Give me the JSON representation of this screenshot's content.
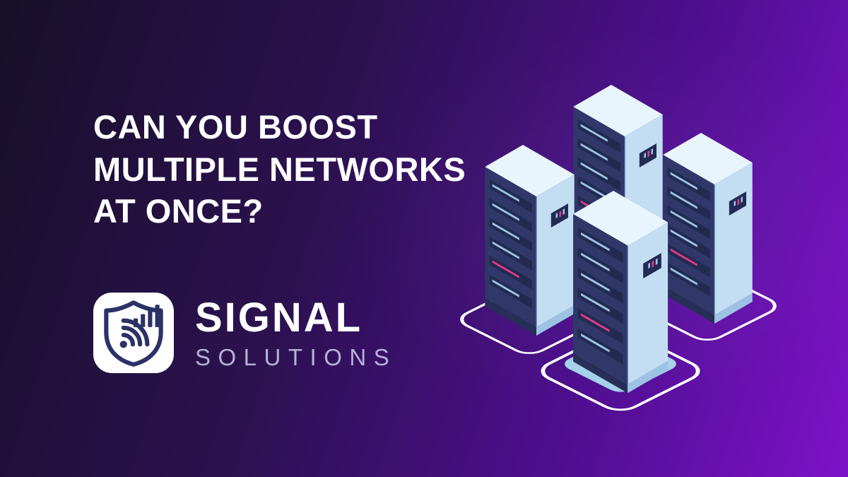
{
  "banner": {
    "headline": [
      "CAN YOU BOOST",
      "MULTIPLE NETWORKS",
      "AT ONCE?"
    ],
    "brand": {
      "name": "SIGNAL",
      "tagline": "SOLUTIONS"
    },
    "illustration_alt": "Four isometric server racks standing on outlined platforms"
  },
  "colors": {
    "bg_top_left": "#171029",
    "bg_mid": "#2c1150",
    "bg_purple": "#4d0e8e",
    "bg_bottom_right": "#7d12c9",
    "headline": "#ffffff",
    "brand_name": "#ffffff",
    "brand_tagline": "#b5b1d8",
    "logo_bg": "#ffffff",
    "logo_glyph": "#2c3166",
    "server_top": "#e9f5fd",
    "server_side_light": "#c3def2",
    "server_face_dark": "#2f3868",
    "slot": "#222a52",
    "slot_line": "#9dc3e8",
    "accent_pink": "#e23a86",
    "base_dark": "#272f58",
    "base_light": "#9cc3e4",
    "panel_dark": "#232b52",
    "platform_outline": "#ffffff",
    "shadow": "#aadcee"
  }
}
